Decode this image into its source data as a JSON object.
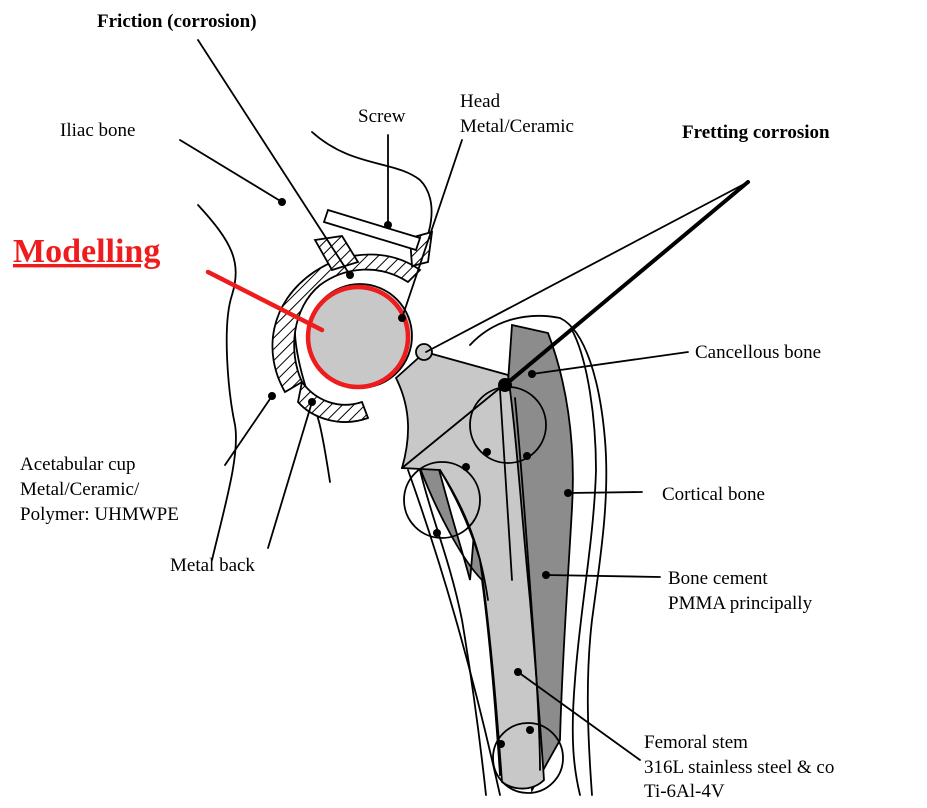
{
  "labels": {
    "friction": "Friction (corrosion)",
    "screw": "Screw",
    "head_1": "Head",
    "head_2": "Metal/Ceramic",
    "fretting": "Fretting corrosion",
    "iliac": "Iliac bone",
    "modelling": "Modelling",
    "cancellous": "Cancellous bone",
    "cortical": "Cortical bone",
    "acetabular_1": "Acetabular cup",
    "acetabular_2": "Metal/Ceramic/",
    "acetabular_3": "Polymer: UHMWPE",
    "metal_back": "Metal back",
    "bone_cement_1": "Bone cement",
    "bone_cement_2": "PMMA principally",
    "femoral_1": "Femoral stem",
    "femoral_2": "316L stainless steel & co",
    "femoral_3": "Ti-6Al-4V"
  },
  "colors": {
    "implant_light": "#c8c8c8",
    "implant_dark": "#8c8c8c",
    "highlight": "#ee1c1c",
    "ink": "#000000"
  }
}
